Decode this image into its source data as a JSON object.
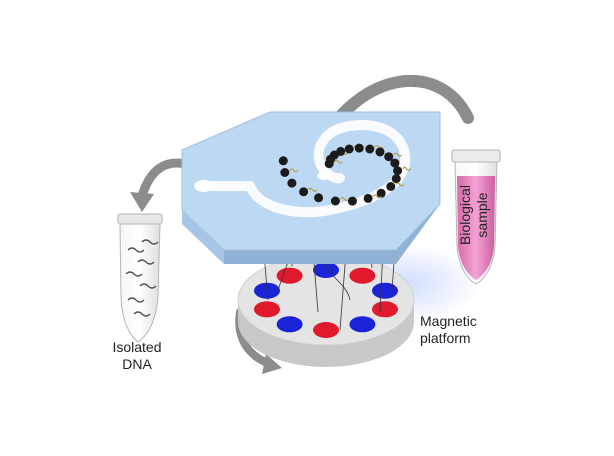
{
  "labels": {
    "isolated_line1": "Isolated",
    "isolated_line2": "DNA",
    "biological_line1": "Biological",
    "biological_line2": "sample",
    "magnetic_line1": "Magnetic",
    "magnetic_line2": "platform"
  },
  "colors": {
    "chip": "#bcd8f3",
    "chip_edge": "#8fb1d6",
    "platform_top": "#e4e4e4",
    "platform_side": "#c8c8c8",
    "magnet_red": "#e1192c",
    "magnet_blue": "#1b23d6",
    "bead": "#1b1b1b",
    "sample_liquid": "#e97fc1",
    "arrow": "#8c8c8c"
  },
  "magnet_order": [
    "blue",
    "red",
    "blue",
    "red",
    "blue",
    "red",
    "blue",
    "red",
    "blue",
    "red"
  ],
  "icons": {
    "left_tube": "tube-with-dna-icon",
    "right_tube": "tube-with-sample-icon",
    "arrows": "curved-arrow-icon"
  }
}
